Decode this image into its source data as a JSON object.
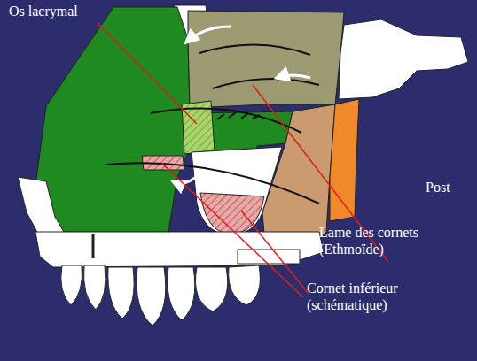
{
  "diagram": {
    "labels": [
      "Os lacrymal",
      "Post",
      "Lame des cornets (Ethmoïde)",
      "Cornet inférieur (schématique)"
    ]
  }
}
